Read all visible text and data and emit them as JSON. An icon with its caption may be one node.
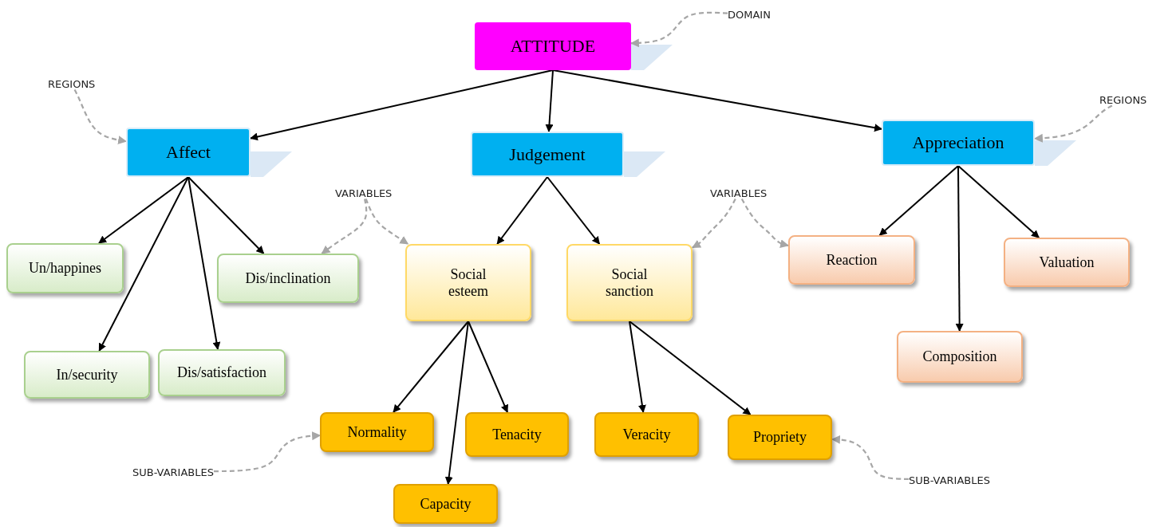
{
  "diagram": {
    "nodes": [
      {
        "text": [
          "ATTITUDE"
        ]
      },
      {
        "text": [
          "Affect"
        ]
      },
      {
        "text": [
          "Judgement"
        ]
      },
      {
        "text": [
          "Appreciation"
        ]
      },
      {
        "text": [
          "Un/happines"
        ]
      },
      {
        "text": [
          "In/security"
        ]
      },
      {
        "text": [
          "Dis/satisfaction"
        ]
      },
      {
        "text": [
          "Dis/inclination"
        ]
      },
      {
        "text": [
          "Social esteem"
        ]
      },
      {
        "text": [
          "Social sanction"
        ]
      },
      {
        "text": [
          "Normality"
        ]
      },
      {
        "text": [
          "Capacity"
        ]
      },
      {
        "text": [
          "Tenacity"
        ]
      },
      {
        "text": [
          "Veracity"
        ]
      },
      {
        "text": [
          "Propriety"
        ]
      },
      {
        "text": [
          "Reaction"
        ]
      },
      {
        "text": [
          "Valuation"
        ]
      },
      {
        "text": [
          "Composition"
        ]
      },
      {
        "text": [
          "DOMAIN"
        ]
      },
      {
        "text": [
          "REGIONS"
        ]
      },
      {
        "text": [
          "REGIONS"
        ]
      },
      {
        "text": [
          "VARIABLES"
        ]
      },
      {
        "text": [
          "VARIABLES"
        ]
      },
      {
        "text": [
          "SUB-VARIABLES"
        ]
      },
      {
        "text": [
          "SUB-VARIABLES"
        ]
      }
    ],
    "edges": [
      {
        "from": 0,
        "to": 1,
        "arrow": "to"
      },
      {
        "from": 0,
        "to": 2,
        "arrow": "to"
      },
      {
        "from": 0,
        "to": 3,
        "arrow": "to"
      },
      {
        "from": 1,
        "to": 4,
        "arrow": "to"
      },
      {
        "from": 1,
        "to": 5,
        "arrow": "to"
      },
      {
        "from": 1,
        "to": 6,
        "arrow": "to"
      },
      {
        "from": 1,
        "to": 7,
        "arrow": "to"
      },
      {
        "from": 2,
        "to": 8,
        "arrow": "to"
      },
      {
        "from": 2,
        "to": 9,
        "arrow": "to"
      },
      {
        "from": 3,
        "to": 15,
        "arrow": "to"
      },
      {
        "from": 3,
        "to": 17,
        "arrow": "to"
      },
      {
        "from": 3,
        "to": 16,
        "arrow": "to"
      },
      {
        "from": 8,
        "to": 10,
        "arrow": "to"
      },
      {
        "from": 8,
        "to": 11,
        "arrow": "to"
      },
      {
        "from": 8,
        "to": 12,
        "arrow": "to"
      },
      {
        "from": 9,
        "to": 13,
        "arrow": "to"
      },
      {
        "from": 9,
        "to": 14,
        "arrow": "to"
      },
      {
        "from": 18,
        "to": 0,
        "arrow": "to",
        "style": "dashed",
        "color": "#a6a6a6"
      },
      {
        "from": 19,
        "to": 1,
        "arrow": "to",
        "style": "dashed",
        "color": "#a6a6a6"
      },
      {
        "from": 20,
        "to": 3,
        "arrow": "to",
        "style": "dashed",
        "color": "#a6a6a6"
      },
      {
        "from": 21,
        "to": 7,
        "arrow": "to",
        "style": "dashed",
        "color": "#a6a6a6"
      },
      {
        "from": 21,
        "to": 8,
        "arrow": "to",
        "style": "dashed",
        "color": "#a6a6a6"
      },
      {
        "from": 22,
        "to": 9,
        "arrow": "to",
        "style": "dashed",
        "color": "#a6a6a6"
      },
      {
        "from": 22,
        "to": 15,
        "arrow": "to",
        "style": "dashed",
        "color": "#a6a6a6"
      },
      {
        "from": 23,
        "to": 10,
        "arrow": "to",
        "style": "dashed",
        "color": "#a6a6a6"
      },
      {
        "from": 24,
        "to": 14,
        "arrow": "to",
        "style": "dashed",
        "color": "#a6a6a6"
      }
    ]
  }
}
